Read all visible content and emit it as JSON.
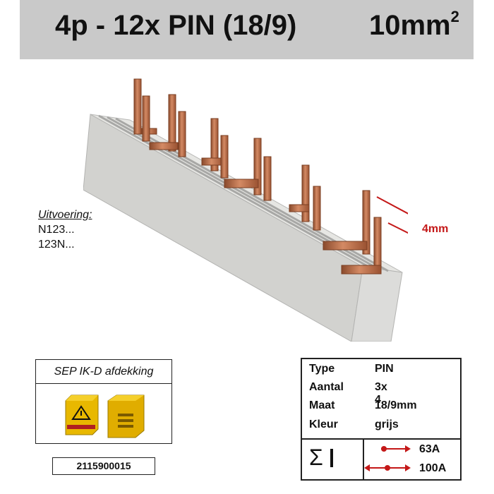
{
  "header": {
    "title": "4p - 12x PIN (18/9)",
    "size": "10mm",
    "size_sup": "2"
  },
  "variant": {
    "heading": "Uitvoering:",
    "options": [
      "N123...",
      "123N..."
    ]
  },
  "dimension_label": "4mm",
  "cover": {
    "title": "SEP IK-D afdekking",
    "code": "2115900015"
  },
  "spec": {
    "rows": [
      {
        "key": "Type",
        "value": "PIN"
      },
      {
        "key": "Aantal",
        "value": "3x 4"
      },
      {
        "key": "Maat",
        "value": "18/9mm"
      },
      {
        "key": "Kleur",
        "value": "grijs"
      }
    ],
    "current_single": "63A",
    "current_double": "100A"
  },
  "colors": {
    "header_bg": "#c9c9c9",
    "copper": "#c0704a",
    "accent_red": "#c41818",
    "cover_yellow": "#e8b800",
    "busbar_grey": "#dcdcda"
  },
  "icons": [
    "warning-icon",
    "sigma-icon",
    "current-arrow-icon"
  ]
}
